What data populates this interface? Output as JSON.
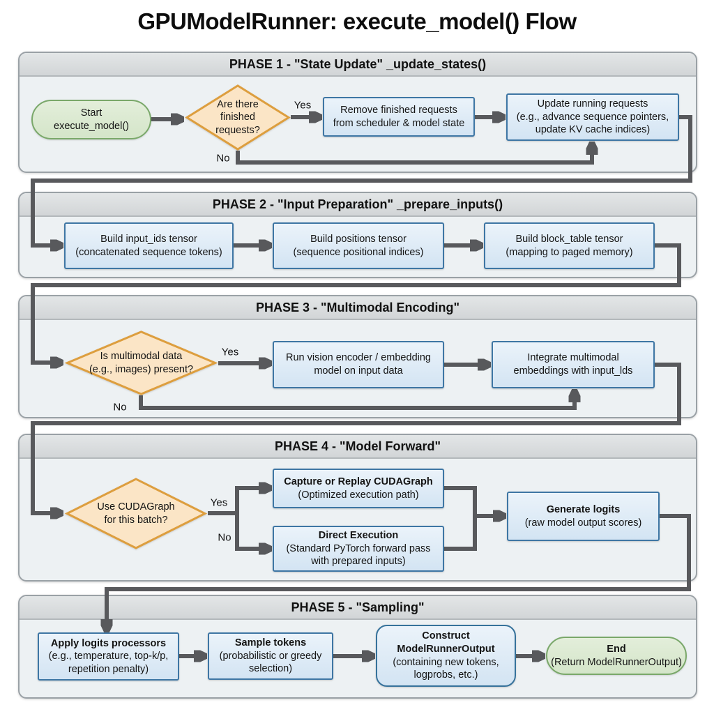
{
  "title": "GPUModelRunner: execute_model() Flow",
  "phases": [
    {
      "header": "PHASE 1 - \"State Update\" _update_states()"
    },
    {
      "header": "PHASE 2 - \"Input Preparation\" _prepare_inputs()"
    },
    {
      "header": "PHASE 3 - \"Multimodal Encoding\""
    },
    {
      "header": "PHASE 4 - \"Model Forward\""
    },
    {
      "header": "PHASE 5 - \"Sampling\""
    }
  ],
  "edge_labels": {
    "yes": "Yes",
    "no": "No"
  },
  "nodes": {
    "start": {
      "lines": [
        "Start",
        "execute_model()"
      ]
    },
    "finished_requests_q": {
      "lines": [
        "Are there",
        "finished",
        "requests?"
      ]
    },
    "remove_requests": {
      "lines": [
        "Remove finished requests",
        "from scheduler & model state"
      ]
    },
    "update_running": {
      "lines": [
        "Update running requests",
        "(e.g., advance sequence pointers,",
        "update KV cache indices)"
      ]
    },
    "build_input_ids": {
      "lines": [
        "Build input_ids tensor",
        "(concatenated sequence tokens)"
      ]
    },
    "build_positions": {
      "lines": [
        "Build positions tensor",
        "(sequence positional indices)"
      ]
    },
    "build_block_table": {
      "lines": [
        "Build block_table tensor",
        "(mapping to paged memory)"
      ]
    },
    "multimodal_q": {
      "lines": [
        "Is multimodal data",
        "(e.g., images) present?"
      ]
    },
    "run_vision": {
      "lines": [
        "Run vision encoder / embedding",
        "model on input data"
      ]
    },
    "integrate_multimodal": {
      "lines": [
        "Integrate multimodal",
        "embeddings with input_lds"
      ]
    },
    "cudagraph_q": {
      "lines": [
        "Use CUDAGraph",
        "for this batch?"
      ]
    },
    "capture_replay": {
      "title": "Capture or Replay CUDAGraph",
      "sub": [
        "(Optimized execution path)"
      ]
    },
    "direct_execution": {
      "title": "Direct Execution",
      "sub": [
        "(Standard PyTorch forward pass",
        "with prepared inputs)"
      ]
    },
    "generate_logits": {
      "title": "Generate logits",
      "sub": [
        "(raw model output scores)"
      ]
    },
    "apply_logits_processors": {
      "title": "Apply logits processors",
      "sub": [
        "(e.g., temperature, top-k/p,",
        "repetition penalty)"
      ]
    },
    "sample_tokens": {
      "title": "Sample tokens",
      "sub": [
        "(probabilistic or greedy",
        "selection)"
      ]
    },
    "construct_output": {
      "title_lines": [
        "Construct",
        "ModelRunnerOutput"
      ],
      "sub": [
        "(containing new tokens,",
        "logprobs, etc.)"
      ]
    },
    "end": {
      "title": "End",
      "sub": [
        "(Return ModelRunnerOutput)"
      ]
    }
  },
  "colors": {
    "page_bg": "#ffffff",
    "phase_fill": "#edf1f3",
    "phase_border": "#9aa1a6",
    "phase_header_fill": "#d9dcde",
    "process_fill": "#dcebf7",
    "process_border": "#3e76a4",
    "terminal_fill": "#dcead3",
    "terminal_border": "#7aa86a",
    "decision_fill": "#fbe5c6",
    "decision_border": "#dd9e3e",
    "arrow": "#58595c",
    "text": "#141414"
  }
}
